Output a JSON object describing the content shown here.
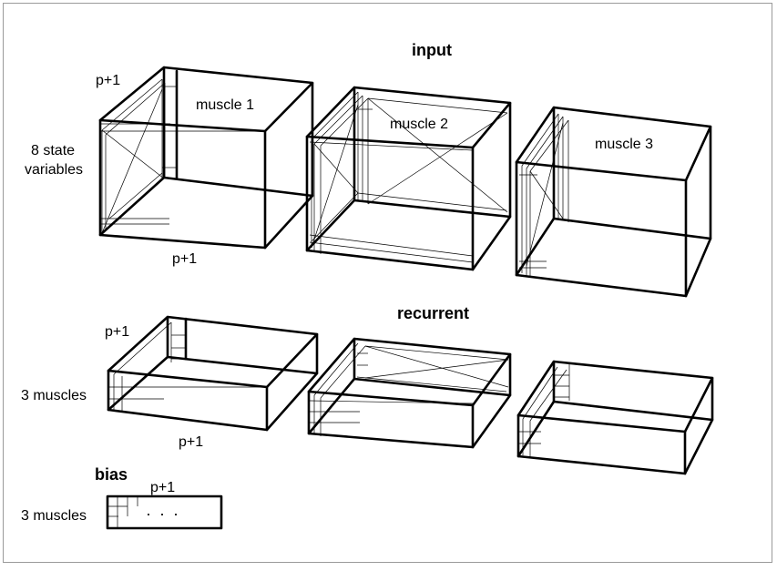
{
  "headers": {
    "input": "input",
    "recurrent": "recurrent",
    "bias": "bias"
  },
  "input_labels": {
    "top_dim": "p+1",
    "side_dim_line1": "8 state",
    "side_dim_line2": "variables",
    "bottom_dim": "p+1",
    "muscle1": "muscle 1",
    "muscle2": "muscle 2",
    "muscle3": "muscle 3"
  },
  "recurrent_labels": {
    "top_dim": "p+1",
    "side_dim": "3 muscles",
    "bottom_dim": "p+1"
  },
  "bias_labels": {
    "top_dim": "p+1",
    "side_dim": "3 muscles",
    "dots": "·   ·   ·"
  }
}
